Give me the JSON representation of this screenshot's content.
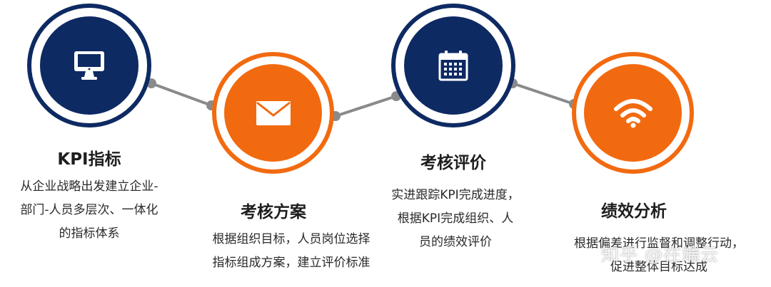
{
  "colors": {
    "navy": "#0e2a63",
    "orange": "#f26a10",
    "connector": "#8a8a8a",
    "white": "#ffffff"
  },
  "steps": [
    {
      "title": "KPI指标",
      "desc": [
        "从企业战略出发建立企业-",
        "部门-人员多层次、一体化",
        "的指标体系"
      ],
      "color": "navy",
      "icon": "monitor-icon"
    },
    {
      "title": "考核方案",
      "desc": [
        "根据组织目标，人员岗位选择",
        "指标组成方案，建立评价标准"
      ],
      "color": "orange",
      "icon": "envelope-icon"
    },
    {
      "title": "考核评价",
      "desc": [
        "实进跟踪KPI完成进度，",
        "根据KPI完成组织、人",
        "员的绩效评价"
      ],
      "color": "navy",
      "icon": "calendar-icon"
    },
    {
      "title": "绩效分析",
      "desc": [
        "根据偏差进行监督和调整行动，",
        "促进整体目标达成"
      ],
      "color": "orange",
      "icon": "wifi-icon"
    }
  ],
  "watermark": "知乎 @在端云"
}
